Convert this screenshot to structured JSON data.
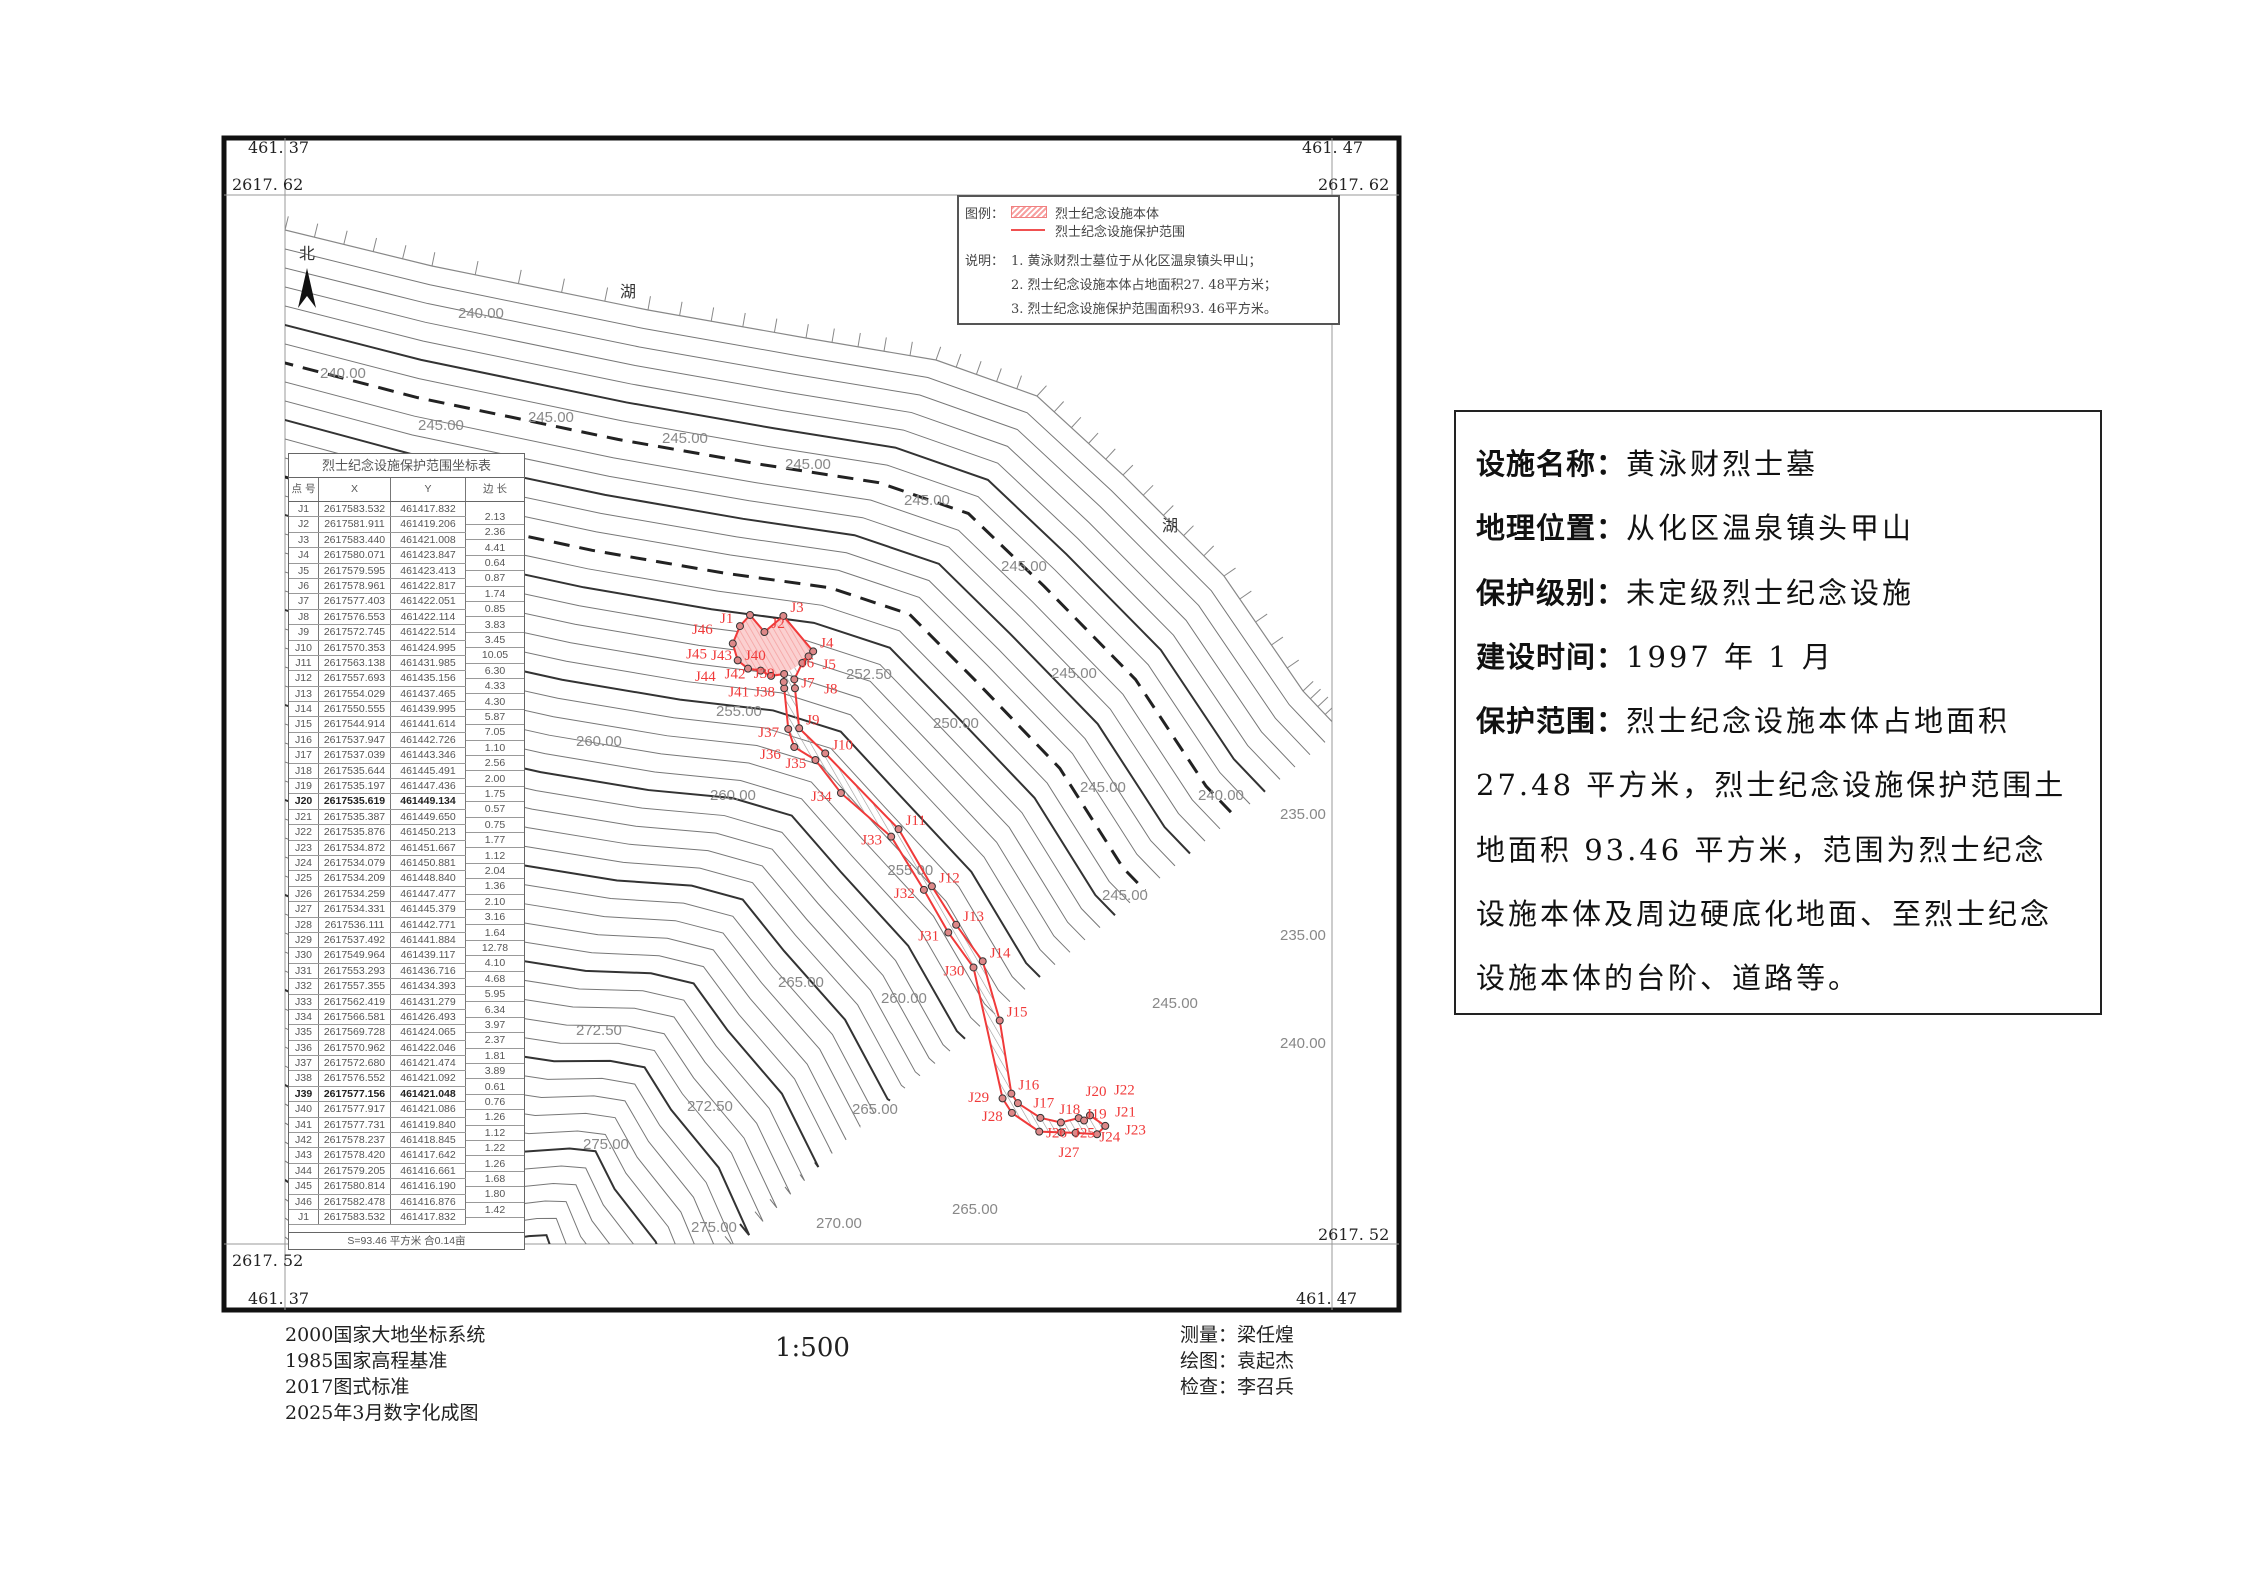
{
  "map": {
    "grid_labels": {
      "west_easting": "461. 37",
      "east_easting": "461. 47",
      "north_northing": "2617. 62",
      "south_northing": "2617. 52"
    },
    "north_label": "北",
    "lake_label": "湖",
    "contour_labels": [
      "240.00",
      "240.00",
      "245.00",
      "245.00",
      "245.00",
      "245.00",
      "245.00",
      "245.00",
      "245.00",
      "245.00",
      "245.00",
      "245.00",
      "250.00",
      "252.50",
      "255.00",
      "260.00",
      "260.00",
      "255.00",
      "260.00",
      "265.00",
      "272.50",
      "272.50",
      "275.00",
      "265.00",
      "265.00",
      "270.00",
      "275.00",
      "240.00",
      "235.00",
      "235.00",
      "240.00"
    ]
  },
  "legend": {
    "title": "图例：",
    "body_label": "烈士纪念设施本体",
    "range_label": "烈士纪念设施保护范围",
    "notes_title": "说明：",
    "notes": [
      "1. 黄泳财烈士墓位于从化区温泉镇头甲山；",
      "2. 烈士纪念设施本体占地面积27. 48平方米；",
      "3. 烈士纪念设施保护范围面积93. 46平方米。"
    ],
    "colors": {
      "boundary": "#f03a3a",
      "body_fill": "#f7a0a0"
    }
  },
  "coord_table": {
    "title": "烈士纪念设施保护范围坐标表",
    "headers": [
      "点 号",
      "X",
      "Y",
      "边 长"
    ],
    "points": [
      [
        "J1",
        "2617583.532",
        "461417.832"
      ],
      [
        "J2",
        "2617581.911",
        "461419.206"
      ],
      [
        "J3",
        "2617583.440",
        "461421.008"
      ],
      [
        "J4",
        "2617580.071",
        "461423.847"
      ],
      [
        "J5",
        "2617579.595",
        "461423.413"
      ],
      [
        "J6",
        "2617578.961",
        "461422.817"
      ],
      [
        "J7",
        "2617577.403",
        "461422.051"
      ],
      [
        "J8",
        "2617576.553",
        "461422.114"
      ],
      [
        "J9",
        "2617572.745",
        "461422.514"
      ],
      [
        "J10",
        "2617570.353",
        "461424.995"
      ],
      [
        "J11",
        "2617563.138",
        "461431.985"
      ],
      [
        "J12",
        "2617557.693",
        "461435.156"
      ],
      [
        "J13",
        "2617554.029",
        "461437.465"
      ],
      [
        "J14",
        "2617550.555",
        "461439.995"
      ],
      [
        "J15",
        "2617544.914",
        "461441.614"
      ],
      [
        "J16",
        "2617537.947",
        "461442.726"
      ],
      [
        "J17",
        "2617537.039",
        "461443.346"
      ],
      [
        "J18",
        "2617535.644",
        "461445.491"
      ],
      [
        "J19",
        "2617535.197",
        "461447.436"
      ],
      [
        "J20",
        "2617535.619",
        "461449.134"
      ],
      [
        "J21",
        "2617535.387",
        "461449.650"
      ],
      [
        "J22",
        "2617535.876",
        "461450.213"
      ],
      [
        "J23",
        "2617534.872",
        "461451.667"
      ],
      [
        "J24",
        "2617534.079",
        "461450.881"
      ],
      [
        "J25",
        "2617534.209",
        "461448.840"
      ],
      [
        "J26",
        "2617534.259",
        "461447.477"
      ],
      [
        "J27",
        "2617534.331",
        "461445.379"
      ],
      [
        "J28",
        "2617536.111",
        "461442.771"
      ],
      [
        "J29",
        "2617537.492",
        "461441.884"
      ],
      [
        "J30",
        "2617549.964",
        "461439.117"
      ],
      [
        "J31",
        "2617553.293",
        "461436.716"
      ],
      [
        "J32",
        "2617557.355",
        "461434.393"
      ],
      [
        "J33",
        "2617562.419",
        "461431.279"
      ],
      [
        "J34",
        "2617566.581",
        "461426.493"
      ],
      [
        "J35",
        "2617569.728",
        "461424.065"
      ],
      [
        "J36",
        "2617570.962",
        "461422.046"
      ],
      [
        "J37",
        "2617572.680",
        "461421.474"
      ],
      [
        "J38",
        "2617576.552",
        "461421.092"
      ],
      [
        "J39",
        "2617577.156",
        "461421.048"
      ],
      [
        "J40",
        "2617577.917",
        "461421.086"
      ],
      [
        "J41",
        "2617577.731",
        "461419.840"
      ],
      [
        "J42",
        "2617578.237",
        "461418.845"
      ],
      [
        "J43",
        "2617578.420",
        "461417.642"
      ],
      [
        "J44",
        "2617579.205",
        "461416.661"
      ],
      [
        "J45",
        "2617580.814",
        "461416.190"
      ],
      [
        "J46",
        "2617582.478",
        "461416.876"
      ],
      [
        "J1",
        "2617583.532",
        "461417.832"
      ]
    ],
    "bold_points": [
      "J20",
      "J39"
    ],
    "edge_lengths": [
      "2.13",
      "2.36",
      "4.41",
      "0.64",
      "0.87",
      "1.74",
      "0.85",
      "3.83",
      "3.45",
      "10.05",
      "6.30",
      "4.33",
      "4.30",
      "5.87",
      "7.05",
      "1.10",
      "2.56",
      "2.00",
      "1.75",
      "0.57",
      "0.75",
      "1.77",
      "1.12",
      "2.04",
      "1.36",
      "2.10",
      "3.16",
      "1.64",
      "12.78",
      "4.10",
      "4.68",
      "5.95",
      "6.34",
      "3.97",
      "2.37",
      "1.81",
      "3.89",
      "0.61",
      "0.76",
      "1.26",
      "1.12",
      "1.22",
      "1.26",
      "1.68",
      "1.80",
      "1.42"
    ],
    "footer": "S=93.46 平方米 合0.14亩"
  },
  "info": {
    "rows": [
      {
        "label": "设施名称：",
        "value": "黄泳财烈士墓"
      },
      {
        "label": "地理位置：",
        "value": "从化区温泉镇头甲山"
      },
      {
        "label": "保护级别：",
        "value": "未定级烈士纪念设施"
      },
      {
        "label": "建设时间：",
        "value": "1997 年 1 月"
      }
    ],
    "range_label": "保护范围：",
    "range_value": "烈士纪念设施本体占地面积 27.48 平方米，烈士纪念设施保护范围土地面积 93.46 平方米，范围为烈士纪念设施本体及周边硬底化地面、至烈士纪念设施本体的台阶、道路等。"
  },
  "footer": {
    "left_notes": [
      "2000国家大地坐标系统",
      "1985国家高程基准",
      "2017图式标准",
      "2025年3月数字化成图"
    ],
    "scale": "1:500",
    "signers": [
      "测量：梁任煌",
      "绘图：袁起杰",
      "检查：李召兵"
    ]
  }
}
